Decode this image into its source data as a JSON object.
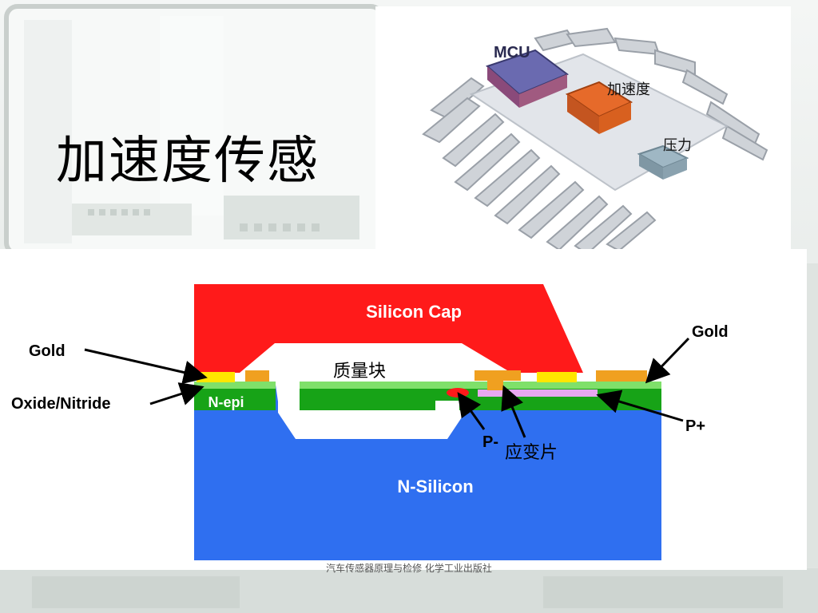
{
  "slide": {
    "title": "加速度传感",
    "footer": "汽车传感器原理与检修      化学工业出版社"
  },
  "chip_module": {
    "labels": {
      "mcu": "MCU",
      "accel": "加速度",
      "pressure": "压力"
    },
    "colors": {
      "mcu": "#6a6ab0",
      "accel": "#e66a2a",
      "pressure": "#9fb7c4",
      "frame": "#c2c6cc"
    }
  },
  "cross_section": {
    "labels": {
      "silicon_cap": "Silicon Cap",
      "proof_mass": "质量块",
      "gold_left": "Gold",
      "gold_right": "Gold",
      "oxide_nitride": "Oxide/Nitride",
      "n_epi": "N-epi",
      "p_minus": "P-",
      "strain_gauge": "应变片",
      "p_plus": "P+",
      "n_silicon": "N-Silicon"
    },
    "colors": {
      "cap": "#ff1a1a",
      "substrate": "#2f6ff0",
      "n_epi": "#17a317",
      "oxide": "#7fe06a",
      "gold": "#ffe600",
      "pad": "#f0a020",
      "p_plus": "#e8a8f0",
      "p_minus": "#ff1a1a"
    }
  }
}
